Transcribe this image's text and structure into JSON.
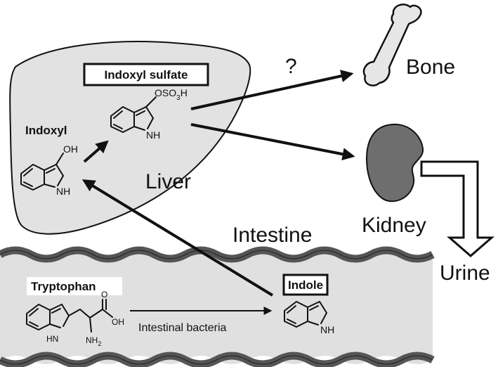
{
  "labels": {
    "liver": "Liver",
    "intestine": "Intestine",
    "bone": "Bone",
    "kidney": "Kidney",
    "urine": "Urine",
    "question": "?",
    "indoxyl": "Indoxyl",
    "indoxyl_sulfate": "Indoxyl sulfate",
    "tryptophan": "Tryptophan",
    "indole": "Indole",
    "intestinal_bacteria": "Intestinal bacteria"
  },
  "chem": {
    "oh": "OH",
    "nh": "NH",
    "oh_tryp": "OH",
    "o_tryp": "O",
    "hn_tryp": "HN",
    "nh2_main": "NH",
    "nh2_sub": "2",
    "oso3h_a": "OSO",
    "oso3h_sub": "3",
    "oso3h_b": "H"
  },
  "colors": {
    "liver_fill": "#e2e2e2",
    "intestine_fill": "#e0e0e0",
    "intestine_wall": "#555555",
    "kidney_fill": "#6e6e6e",
    "bone_fill": "#e6e6e6",
    "stroke": "#111111"
  }
}
